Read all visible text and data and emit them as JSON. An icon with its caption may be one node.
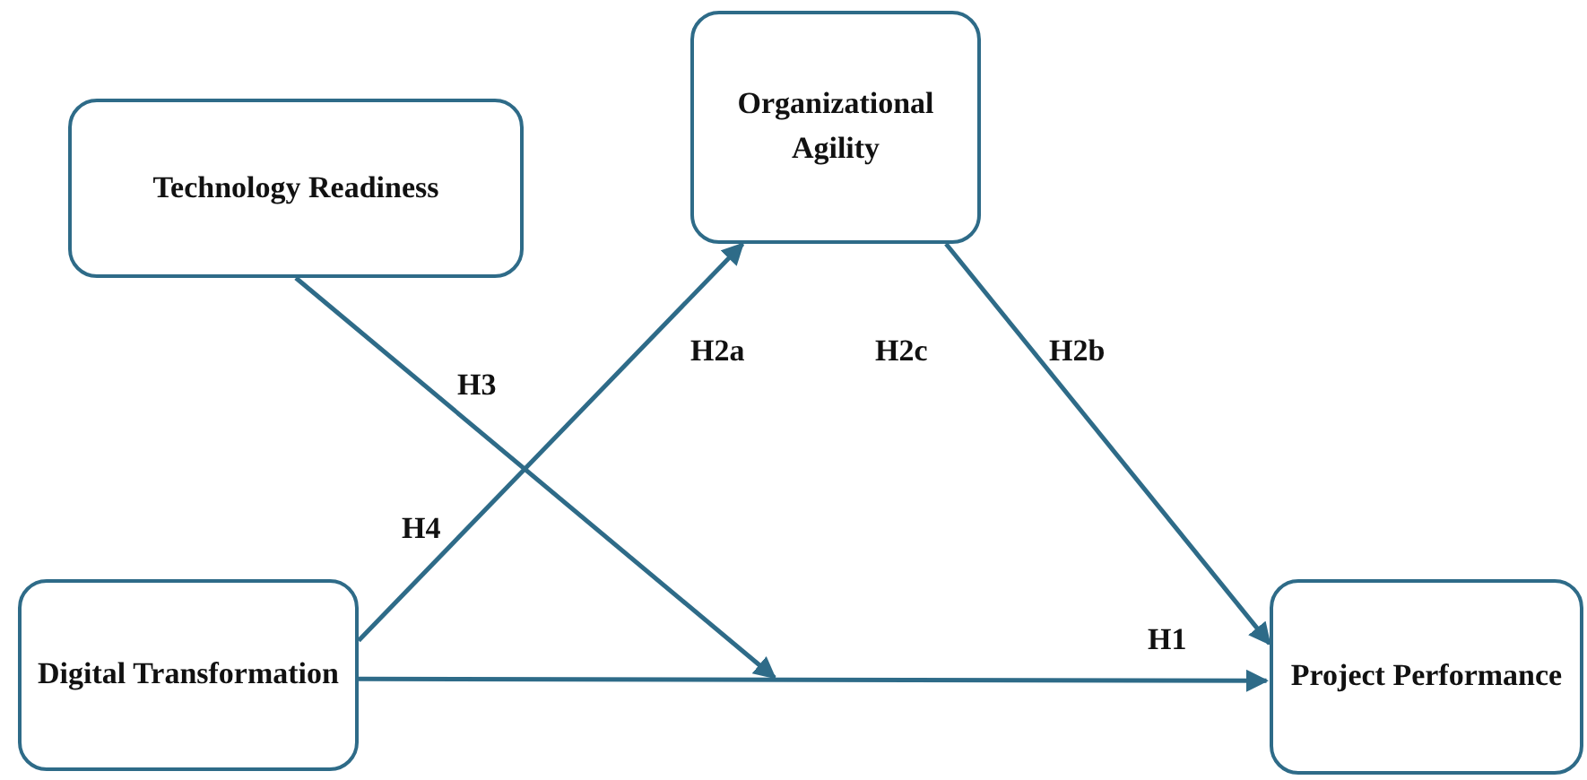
{
  "diagram": {
    "nodes": [
      {
        "text": [
          "Technology Readiness"
        ]
      },
      {
        "text": [
          "Organizational Agility"
        ]
      },
      {
        "text": [
          "Digital Transformation"
        ]
      },
      {
        "text": [
          "Project Performance"
        ]
      }
    ],
    "edges": [
      {
        "from": 2,
        "to": 1,
        "arrow": "to",
        "label": "H2a"
      },
      {
        "from": 1,
        "to": 3,
        "arrow": "to",
        "label": "H2b"
      },
      {
        "from": 2,
        "to": 3,
        "arrow": "to",
        "label": "H1"
      },
      {
        "from": 0,
        "to": null,
        "arrow": "to",
        "label": "H3"
      }
    ],
    "labels": [
      "H4",
      "H2c"
    ]
  }
}
